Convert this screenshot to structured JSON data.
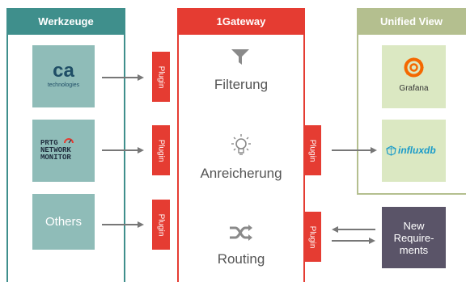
{
  "columns": {
    "tools": {
      "title": "Werkzeuge"
    },
    "gateway": {
      "title": "1Gateway"
    },
    "unified": {
      "title": "Unified View"
    }
  },
  "tools": {
    "ca": {
      "logo_text": "ca",
      "logo_sub": "technologies"
    },
    "prtg": {
      "line1": "PRTG",
      "line2": "NETWORK",
      "line3": "MONITOR"
    },
    "others": {
      "label": "Others"
    }
  },
  "plugins": {
    "label": "Plugin"
  },
  "gateway_stages": [
    {
      "label": "Filterung",
      "icon": "filter-icon"
    },
    {
      "label": "Anreicherung",
      "icon": "lightbulb-icon"
    },
    {
      "label": "Routing",
      "icon": "shuffle-icon"
    }
  ],
  "outputs": {
    "grafana": {
      "label": "Grafana"
    },
    "influxdb": {
      "label": "influxdb"
    }
  },
  "new_requirements": {
    "line1": "New",
    "line2": "Require-",
    "line3": "ments"
  },
  "colors": {
    "tools": "#3f8f8c",
    "gateway": "#e53c32",
    "unified": "#b4bf8f",
    "new_requirements": "#5a5468"
  }
}
